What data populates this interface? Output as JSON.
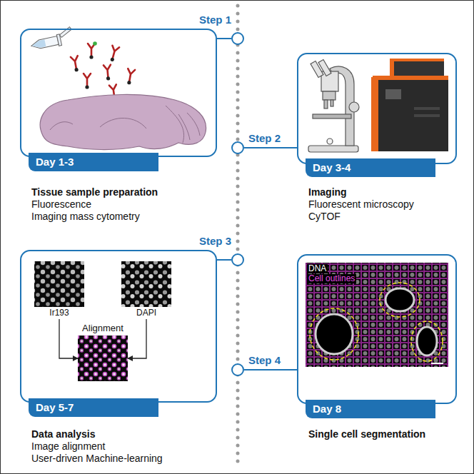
{
  "diagram": {
    "nodes": [
      {
        "text": [
          "Tissue sample preparation",
          "Fluorescence",
          "Imaging mass cytometry"
        ]
      },
      {
        "text": [
          "Day 1-3"
        ],
        "in": 0
      },
      {
        "text": [
          "Step 1"
        ]
      },
      {
        "text": [
          "Imaging",
          "Fluorescent microscopy",
          "CyTOF"
        ]
      },
      {
        "text": [
          "Day 3-4"
        ],
        "in": 3
      },
      {
        "text": [
          "Step 2"
        ]
      },
      {
        "text": [
          "Data analysis",
          "Image alignment",
          "User-driven Machine-learning"
        ]
      },
      {
        "text": [
          "Ir193"
        ],
        "in": 6
      },
      {
        "text": [
          "DAPI"
        ],
        "in": 6
      },
      {
        "text": [
          "Alignment"
        ],
        "in": 6
      },
      {
        "text": [
          "Day 5-7"
        ],
        "in": 6
      },
      {
        "text": [
          "Step 3"
        ]
      },
      {
        "text": [
          "Single cell segmentation"
        ]
      },
      {
        "text": [
          "Day 8"
        ],
        "in": 12
      },
      {
        "text": [
          "Step 4"
        ]
      }
    ],
    "edges": [
      {
        "from": 0,
        "to": 2,
        "arrow": "none"
      },
      {
        "from": 3,
        "to": 5,
        "arrow": "none"
      },
      {
        "from": 6,
        "to": 11,
        "arrow": "none"
      },
      {
        "from": 12,
        "to": 14,
        "arrow": "none"
      },
      {
        "from": 7,
        "to": 9,
        "arrow": "to"
      },
      {
        "from": 8,
        "to": 9,
        "arrow": "to"
      }
    ],
    "labels": [
      "DNA",
      "Cell outlines"
    ]
  }
}
